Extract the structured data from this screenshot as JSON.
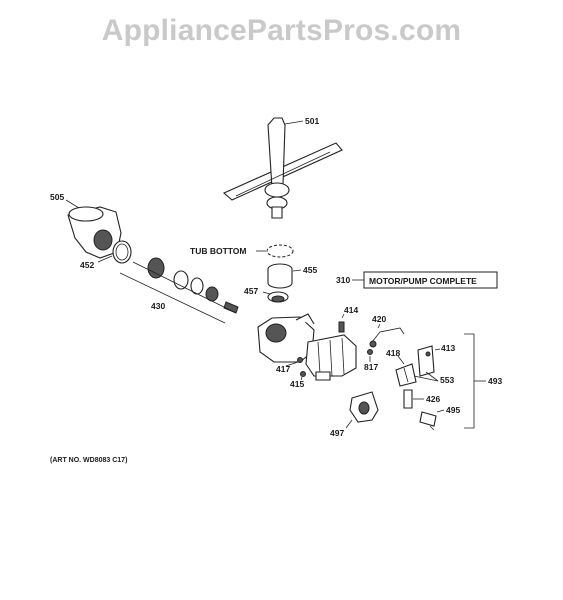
{
  "watermark": "AppliancePartsPros.com",
  "box_label": {
    "code": "310",
    "text": "MOTOR/PUMP COMPLETE"
  },
  "tub_bottom": "TUB BOTTOM",
  "art_no": "(ART NO. WD8083 C17)",
  "callouts": {
    "501": "501",
    "505": "505",
    "452": "452",
    "430": "430",
    "455": "455",
    "457": "457",
    "414": "414",
    "420": "420",
    "418": "418",
    "413": "413",
    "553": "553",
    "493": "493",
    "417": "417",
    "415": "415",
    "817": "817",
    "426": "426",
    "495": "495",
    "497": "497"
  }
}
